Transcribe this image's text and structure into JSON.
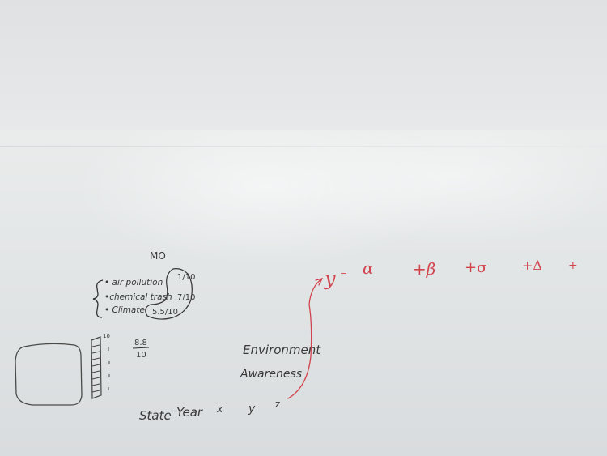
{
  "board": {
    "heading": "MO",
    "items": [
      {
        "label": "• air pollution",
        "score": "1/10"
      },
      {
        "label": "•chemical trash",
        "score": "7/10"
      },
      {
        "label": "• Climate",
        "score": "5.5/10"
      }
    ],
    "scale_top": "10",
    "fraction": {
      "numerator": "8.8",
      "denominator": "10"
    },
    "concept_line1": "Environment",
    "concept_line2": "Awareness",
    "variables": [
      "State",
      "Year",
      "x",
      "y",
      "z"
    ],
    "equation": [
      "y",
      "=",
      "α",
      "+β",
      "+σ",
      "+Δ",
      "+"
    ]
  },
  "colors": {
    "ink": "#3a3a3a",
    "marker_red": "#d2444d",
    "board": "#e4e6e7"
  }
}
